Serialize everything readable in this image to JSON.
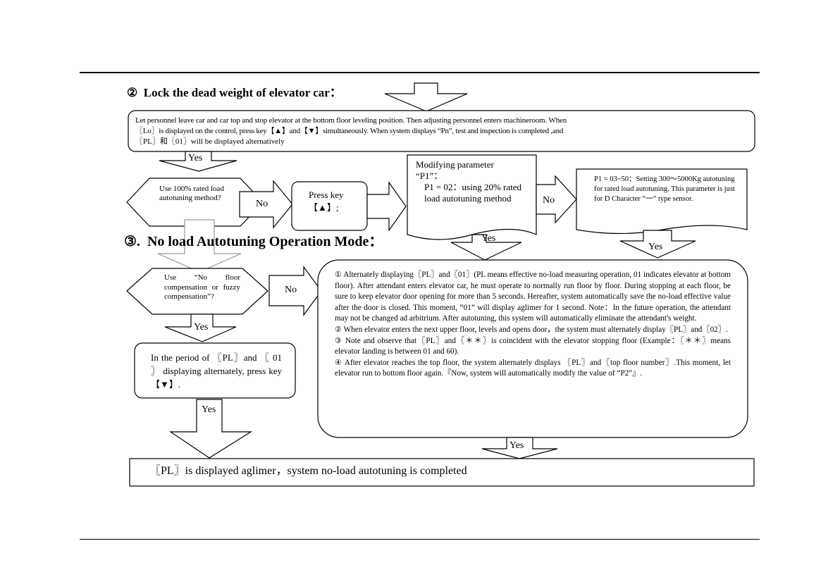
{
  "section2": {
    "number": "②",
    "title": "Lock the dead weight of elevator car：",
    "intro_line1": "Let personnel leave car and car top and stop elevator at the bottom floor leveling position. Then adjusting personnel enters machineroom. When",
    "intro_line2": "〖Lo〗is displayed on the control, press key【▲】and【▼】simultaneously. When system displays “Pn”, test and inspection is completed ,and",
    "intro_line3": "〖PL〗和〖01〗will be displayed alternatively",
    "decision_full_load": "Use 100% rated load autotuning method?",
    "press_up": "Press key【▲】;",
    "modify_param": "Modifying parameter “P1”：",
    "modify_param_detail": "P1 = 02：using 20% rated load autotuning method",
    "p1_range": "P1 = 03~50：Setting 300～5000Kg autotuning for rated load autotuning. This parameter is just for D Character “一” type sensor."
  },
  "section3": {
    "number": "③.",
    "title": "No load Autotuning Operation Mode：",
    "decision_no_floor": "Use “No floor compensation or fuzzy compensation”?",
    "press_down": "In the period of 〖PL〗and 〖 01 〗 displaying alternately, press key【▼】.",
    "steps": [
      "① Alternately displaying〖PL〗and〖01〗(PL means effective no-load measuring operation, 01 indicates elevator at bottom floor). After attendant enters elevator car, he must operate to normally run floor by floor. During stopping at each floor, be sure to keep elevator door opening for more than 5 seconds. Hereafter, system automatically save the no-load effective value after the door is closed. This moment, “01” will display aglimer for 1 second. Note：In the future operation, the attendant may not be changed ad arbitrium. After autotuning, this system will automatically eliminate the attendant's weight.",
      "② When elevator enters the next upper floor, levels and opens door，the system must alternately display〖PL〗and〖02〗.",
      "③ Note and observe that〖PL〗and〖＊＊〗is coincident with the elevator stopping floor (Example：〖＊＊〗means elevator landing is between 01 and 60).",
      "④ After elevator reaches the top floor, the system alternately displays 〖PL〗and〖top floor number〗.This moment, let elevator run to bottom floor again.『Now, system will automatically modify the value of “P2”』."
    ],
    "final": "〖PL〗is displayed aglimer，system no-load autotuning is completed"
  },
  "labels": {
    "yes": "Yes",
    "no": "No"
  }
}
